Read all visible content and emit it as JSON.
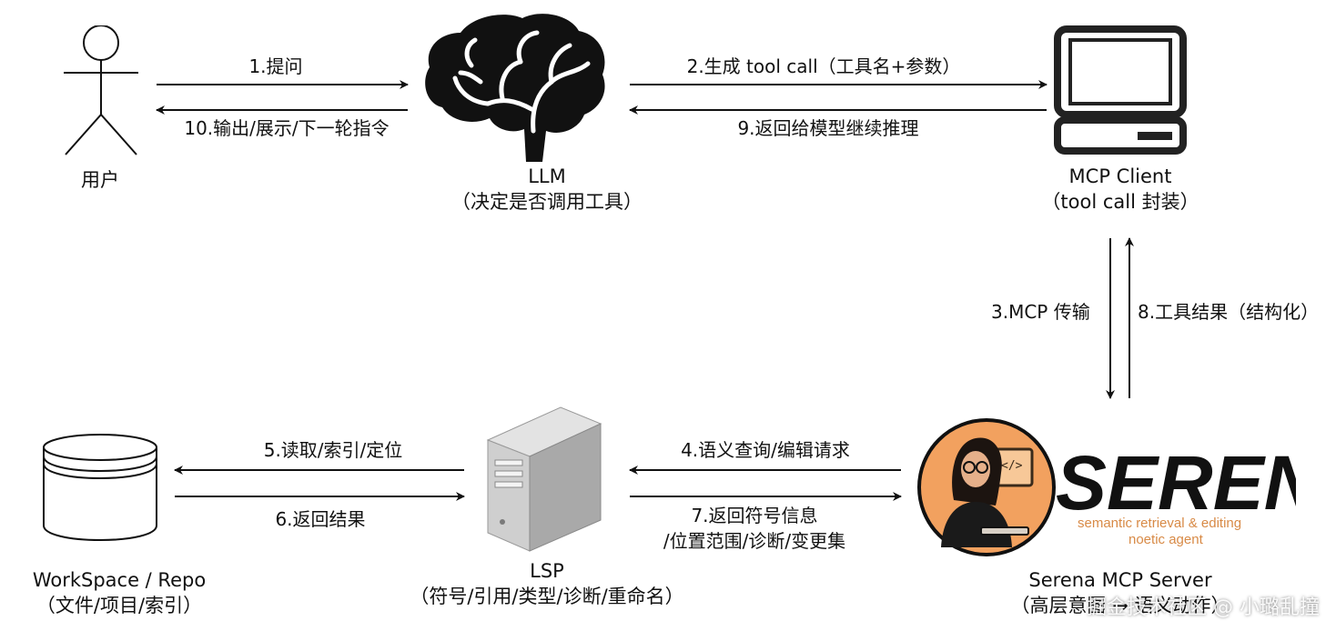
{
  "nodes": {
    "user": {
      "label": "用户"
    },
    "llm": {
      "label": "LLM",
      "sublabel": "（决定是否调用工具）"
    },
    "mcp_client": {
      "label": "MCP Client",
      "sublabel": "（tool call 封装）"
    },
    "serena": {
      "label": "Serena MCP Server",
      "sublabel": "（高层意图 → 语义动作）",
      "logo_text": "SERENA",
      "tagline1": "semantic retrieval & editing",
      "tagline2": "noetic agent"
    },
    "lsp": {
      "label": "LSP",
      "sublabel": "（符号/引用/类型/诊断/重命名）"
    },
    "workspace": {
      "label": "WorkSpace / Repo",
      "sublabel": "（文件/项目/索引）"
    }
  },
  "edges": {
    "e1": "1.提问",
    "e2": "2.生成 tool call（工具名+参数）",
    "e3": "3.MCP 传输",
    "e4": "4.语义查询/编辑请求",
    "e5": "5.读取/索引/定位",
    "e6": "6.返回结果",
    "e7a": "7.返回符号信息",
    "e7b": "/位置范围/诊断/变更集",
    "e8": "8.工具结果（结构化）",
    "e9": "9.返回给模型继续推理",
    "e10": "10.输出/展示/下一轮指令"
  },
  "watermark": "掘金技术社区 @ 小璐乱撞",
  "colors": {
    "line": "#111111",
    "logo_bg": "#f2a15f",
    "logo_text": "#111111"
  }
}
